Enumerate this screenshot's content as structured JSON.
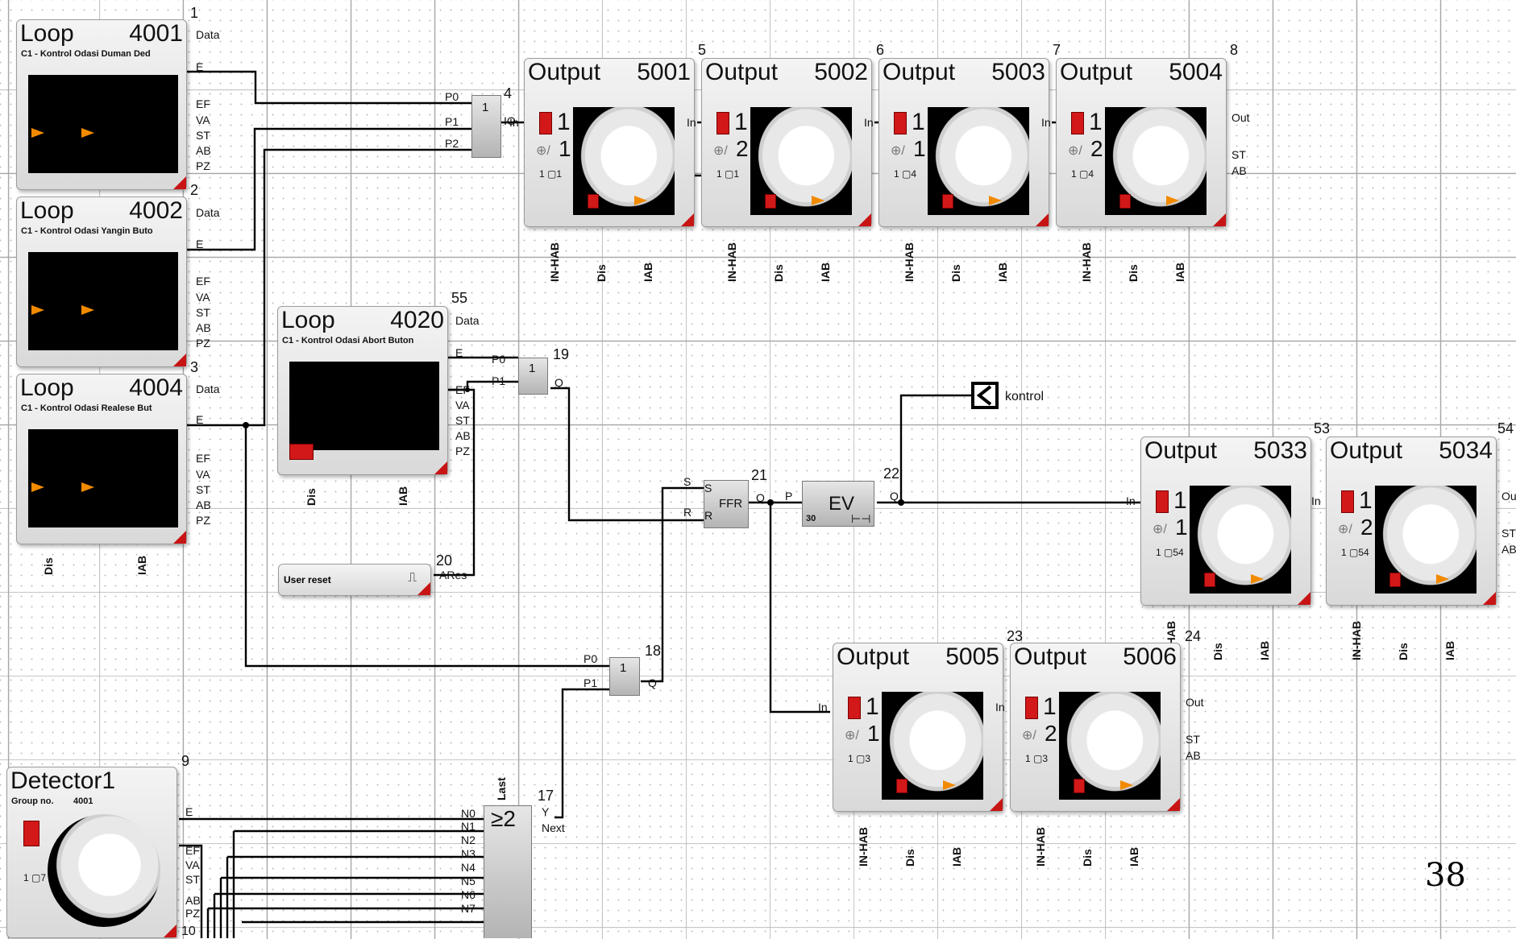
{
  "loops": [
    {
      "id": "1",
      "title": "Loop",
      "number": "4001",
      "subtitle": "C1 - Kontrol Odasi Duman Ded",
      "ports": [
        "Data",
        "E",
        "EF",
        "VA",
        "ST",
        "AB",
        "PZ"
      ]
    },
    {
      "id": "2",
      "title": "Loop",
      "number": "4002",
      "subtitle": "C1 - Kontrol Odasi Yangin Buto",
      "ports": [
        "Data",
        "E",
        "EF",
        "VA",
        "ST",
        "AB",
        "PZ"
      ]
    },
    {
      "id": "3",
      "title": "Loop",
      "number": "4004",
      "subtitle": "C1 - Kontrol Odasi Realese But",
      "ports": [
        "Data",
        "E",
        "EF",
        "VA",
        "ST",
        "AB",
        "PZ"
      ]
    },
    {
      "id": "55",
      "title": "Loop",
      "number": "4020",
      "subtitle": "C1 - Kontrol Odasi Abort Buton",
      "ports": [
        "Data",
        "E",
        "EF",
        "VA",
        "ST",
        "AB",
        "PZ"
      ]
    }
  ],
  "loop_bottom_ports": [
    "Dis",
    "IAB"
  ],
  "outputs": [
    {
      "id": "5",
      "title": "Output",
      "number": "5001",
      "line1": "1",
      "line2": "1",
      "row": "1",
      "row_n": "1"
    },
    {
      "id": "6",
      "title": "Output",
      "number": "5002",
      "line1": "1",
      "line2": "2",
      "row": "1",
      "row_n": "1"
    },
    {
      "id": "7",
      "title": "Output",
      "number": "5003",
      "line1": "1",
      "line2": "1",
      "row": "1",
      "row_n": "4"
    },
    {
      "id": "8",
      "title": "Output",
      "number": "5004",
      "line1": "1",
      "line2": "2",
      "row": "1",
      "row_n": "4"
    },
    {
      "id": "53",
      "title": "Output",
      "number": "5033",
      "line1": "1",
      "line2": "1",
      "row": "1",
      "row_n": "54"
    },
    {
      "id": "54",
      "title": "Output",
      "number": "5034",
      "line1": "1",
      "line2": "2",
      "row": "1",
      "row_n": "54"
    },
    {
      "id": "23",
      "title": "Output",
      "number": "5005",
      "line1": "1",
      "line2": "1",
      "row": "1",
      "row_n": "3"
    },
    {
      "id": "24",
      "title": "Output",
      "number": "5006",
      "line1": "1",
      "line2": "2",
      "row": "1",
      "row_n": "3"
    }
  ],
  "output_ports": {
    "in": "In",
    "out": "Out",
    "st": "ST",
    "ab": "AB",
    "bottom": [
      "IN-HAB",
      "Dis",
      "IAB"
    ]
  },
  "gates": {
    "or_4": {
      "id": "4",
      "symbol": "1",
      "inputs": [
        "P0",
        "P1",
        "P2"
      ],
      "output": "IO"
    },
    "or_19": {
      "id": "19",
      "symbol": "1",
      "inputs": [
        "P0",
        "P1"
      ],
      "output": "Q"
    },
    "or_18": {
      "id": "18",
      "symbol": "1",
      "inputs": [
        "P0",
        "P1"
      ],
      "output": "Q"
    },
    "ffr_21": {
      "id": "21",
      "symbol": "FFR",
      "inputs": [
        "S",
        "R"
      ],
      "output": "Q"
    },
    "ev_22": {
      "id": "22",
      "symbol": "EV",
      "input": "P",
      "output": "Q",
      "param": "30"
    },
    "count_17": {
      "id": "17",
      "symbol": "≥2",
      "inputs": [
        "N0",
        "N1",
        "N2",
        "N3",
        "N4",
        "N5",
        "N6",
        "N7"
      ],
      "outputs": [
        "Y",
        "Next"
      ],
      "top": "Last"
    }
  },
  "user_reset": {
    "id": "20",
    "label": "User reset",
    "port": "ARes"
  },
  "kontrol": {
    "label": "kontrol"
  },
  "detector": {
    "id": "9",
    "title": "Detector1",
    "group_label": "Group no.",
    "group": "4001",
    "ports": [
      "E",
      "EF",
      "VA",
      "ST",
      "AB",
      "PZ"
    ],
    "row": "1",
    "row_n": "7",
    "extra": "10"
  },
  "page_number": "38"
}
